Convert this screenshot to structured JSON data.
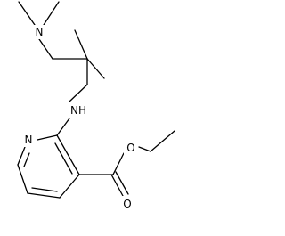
{
  "molecule": {
    "atoms": {
      "n_dimethyl": "N",
      "n_amine": "NH",
      "n_pyridine": "N",
      "o_ether": "O",
      "o_carbonyl": "O"
    }
  },
  "colors": {
    "bond": "#000000",
    "background": "#ffffff"
  }
}
